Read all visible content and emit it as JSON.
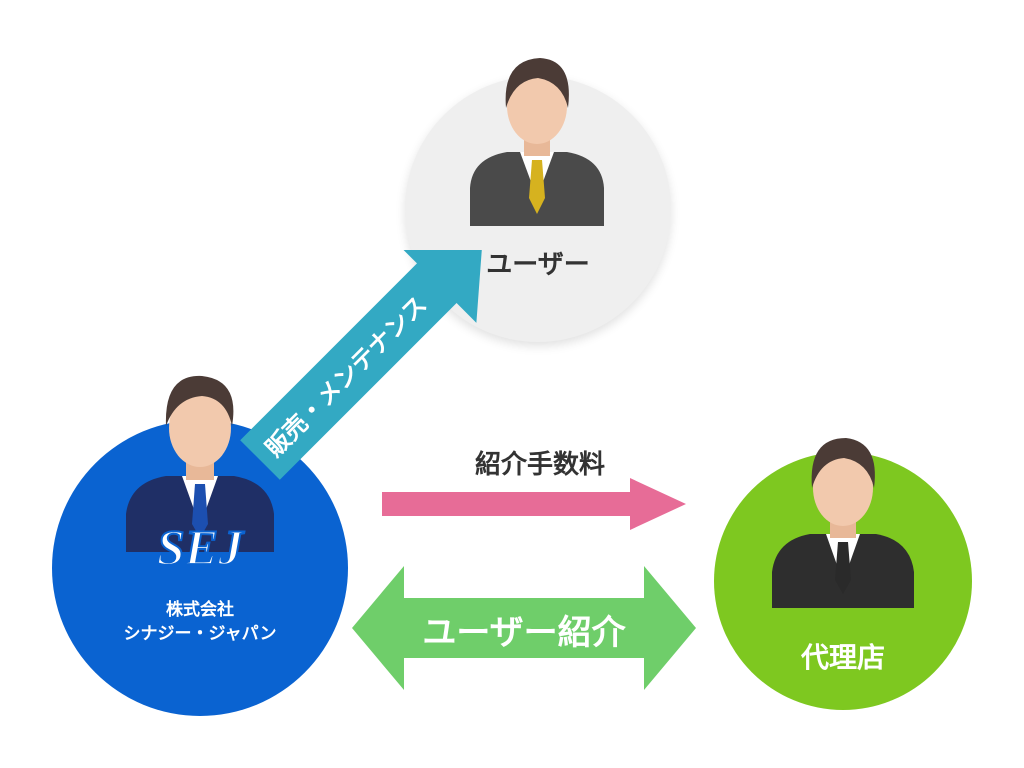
{
  "nodes": {
    "user": {
      "label": "ユーザー",
      "circle_color": "#efefef"
    },
    "company": {
      "logo_text": "SEJ",
      "name_line1": "株式会社",
      "name_line2": "シナジー・ジャパン",
      "circle_color": "#0a63d1"
    },
    "agent": {
      "label": "代理店",
      "circle_color": "#7ec820"
    }
  },
  "arrows": {
    "sales_maintenance": {
      "label": "販売・メンテナンス",
      "color": "#33a9c3"
    },
    "referral_fee": {
      "label": "紹介手数料",
      "color": "#e76c97"
    },
    "user_referral": {
      "label": "ユーザー紹介",
      "color": "#6fce6a"
    }
  },
  "colors": {
    "suit": "#4a4a4a",
    "suit_navy": "#1f2f66",
    "skin": "#f2c9ad",
    "hair": "#4b3b36",
    "tie_gold": "#d6b21f",
    "tie_blue": "#1c4fb0",
    "tie_dark": "#2a2a2a"
  }
}
